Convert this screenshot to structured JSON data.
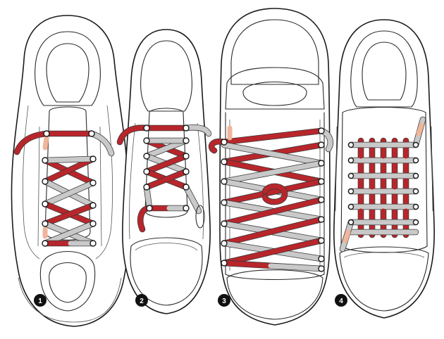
{
  "colors": {
    "lace_red": "#b8262b",
    "lace_grey": "#c9c9c9",
    "lace_peach": "#f0b59a",
    "outline": "#1a1a1a"
  },
  "shoes": [
    {
      "number": "1",
      "style": "running-shoe"
    },
    {
      "number": "2",
      "style": "canvas-sneaker"
    },
    {
      "number": "3",
      "style": "high-top"
    },
    {
      "number": "4",
      "style": "low-sneaker"
    }
  ]
}
